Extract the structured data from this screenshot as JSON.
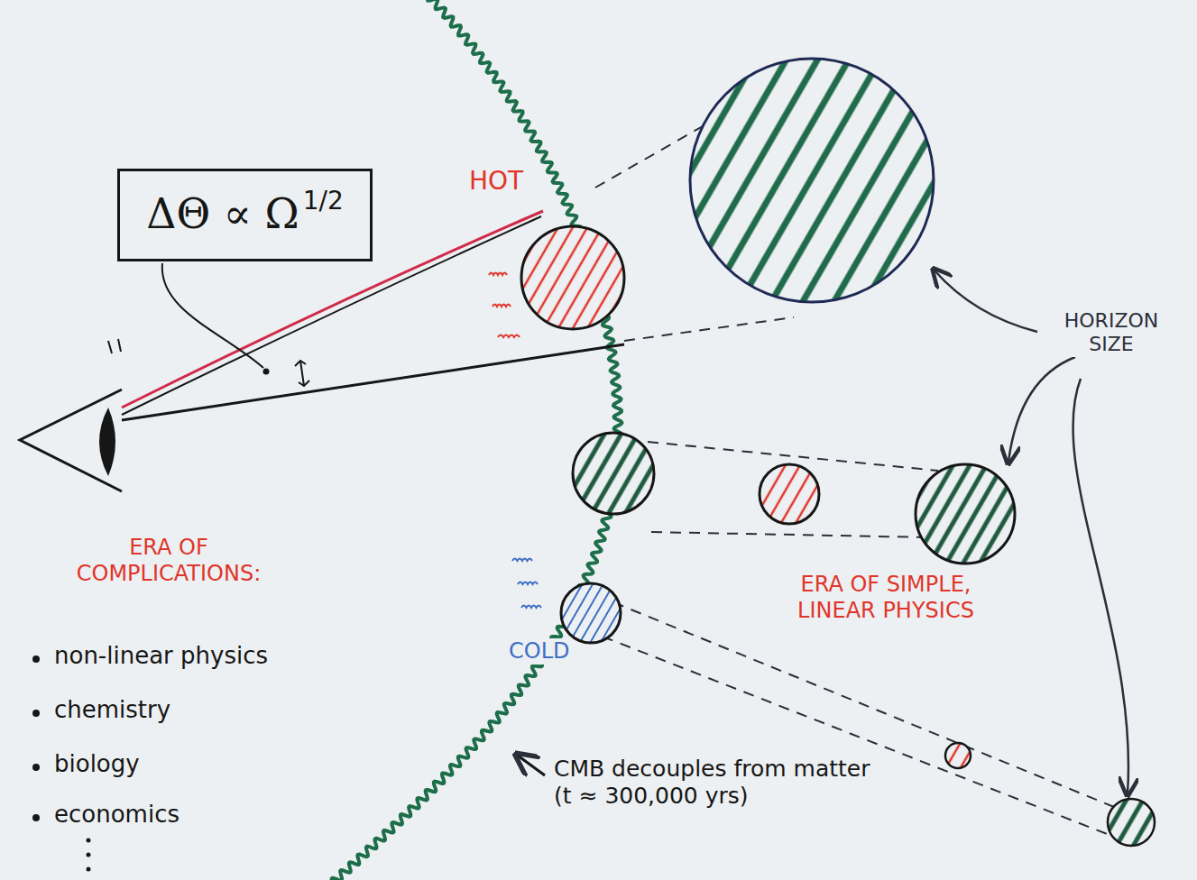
{
  "diagram": {
    "nodes": [
      {
        "text": [
          "ΔΘ ∝ Ω",
          "1/2"
        ]
      }
    ],
    "labels": [
      "HOT",
      "HORIZON SIZE",
      "ERA OF COMPLICATIONS:",
      "non-linear physics",
      "chemistry",
      "biology",
      "economics",
      "COLD",
      "ERA OF SIMPLE, LINEAR PHYSICS",
      "CMB decouples from matter (t ≈ 300,000 yrs)"
    ]
  }
}
